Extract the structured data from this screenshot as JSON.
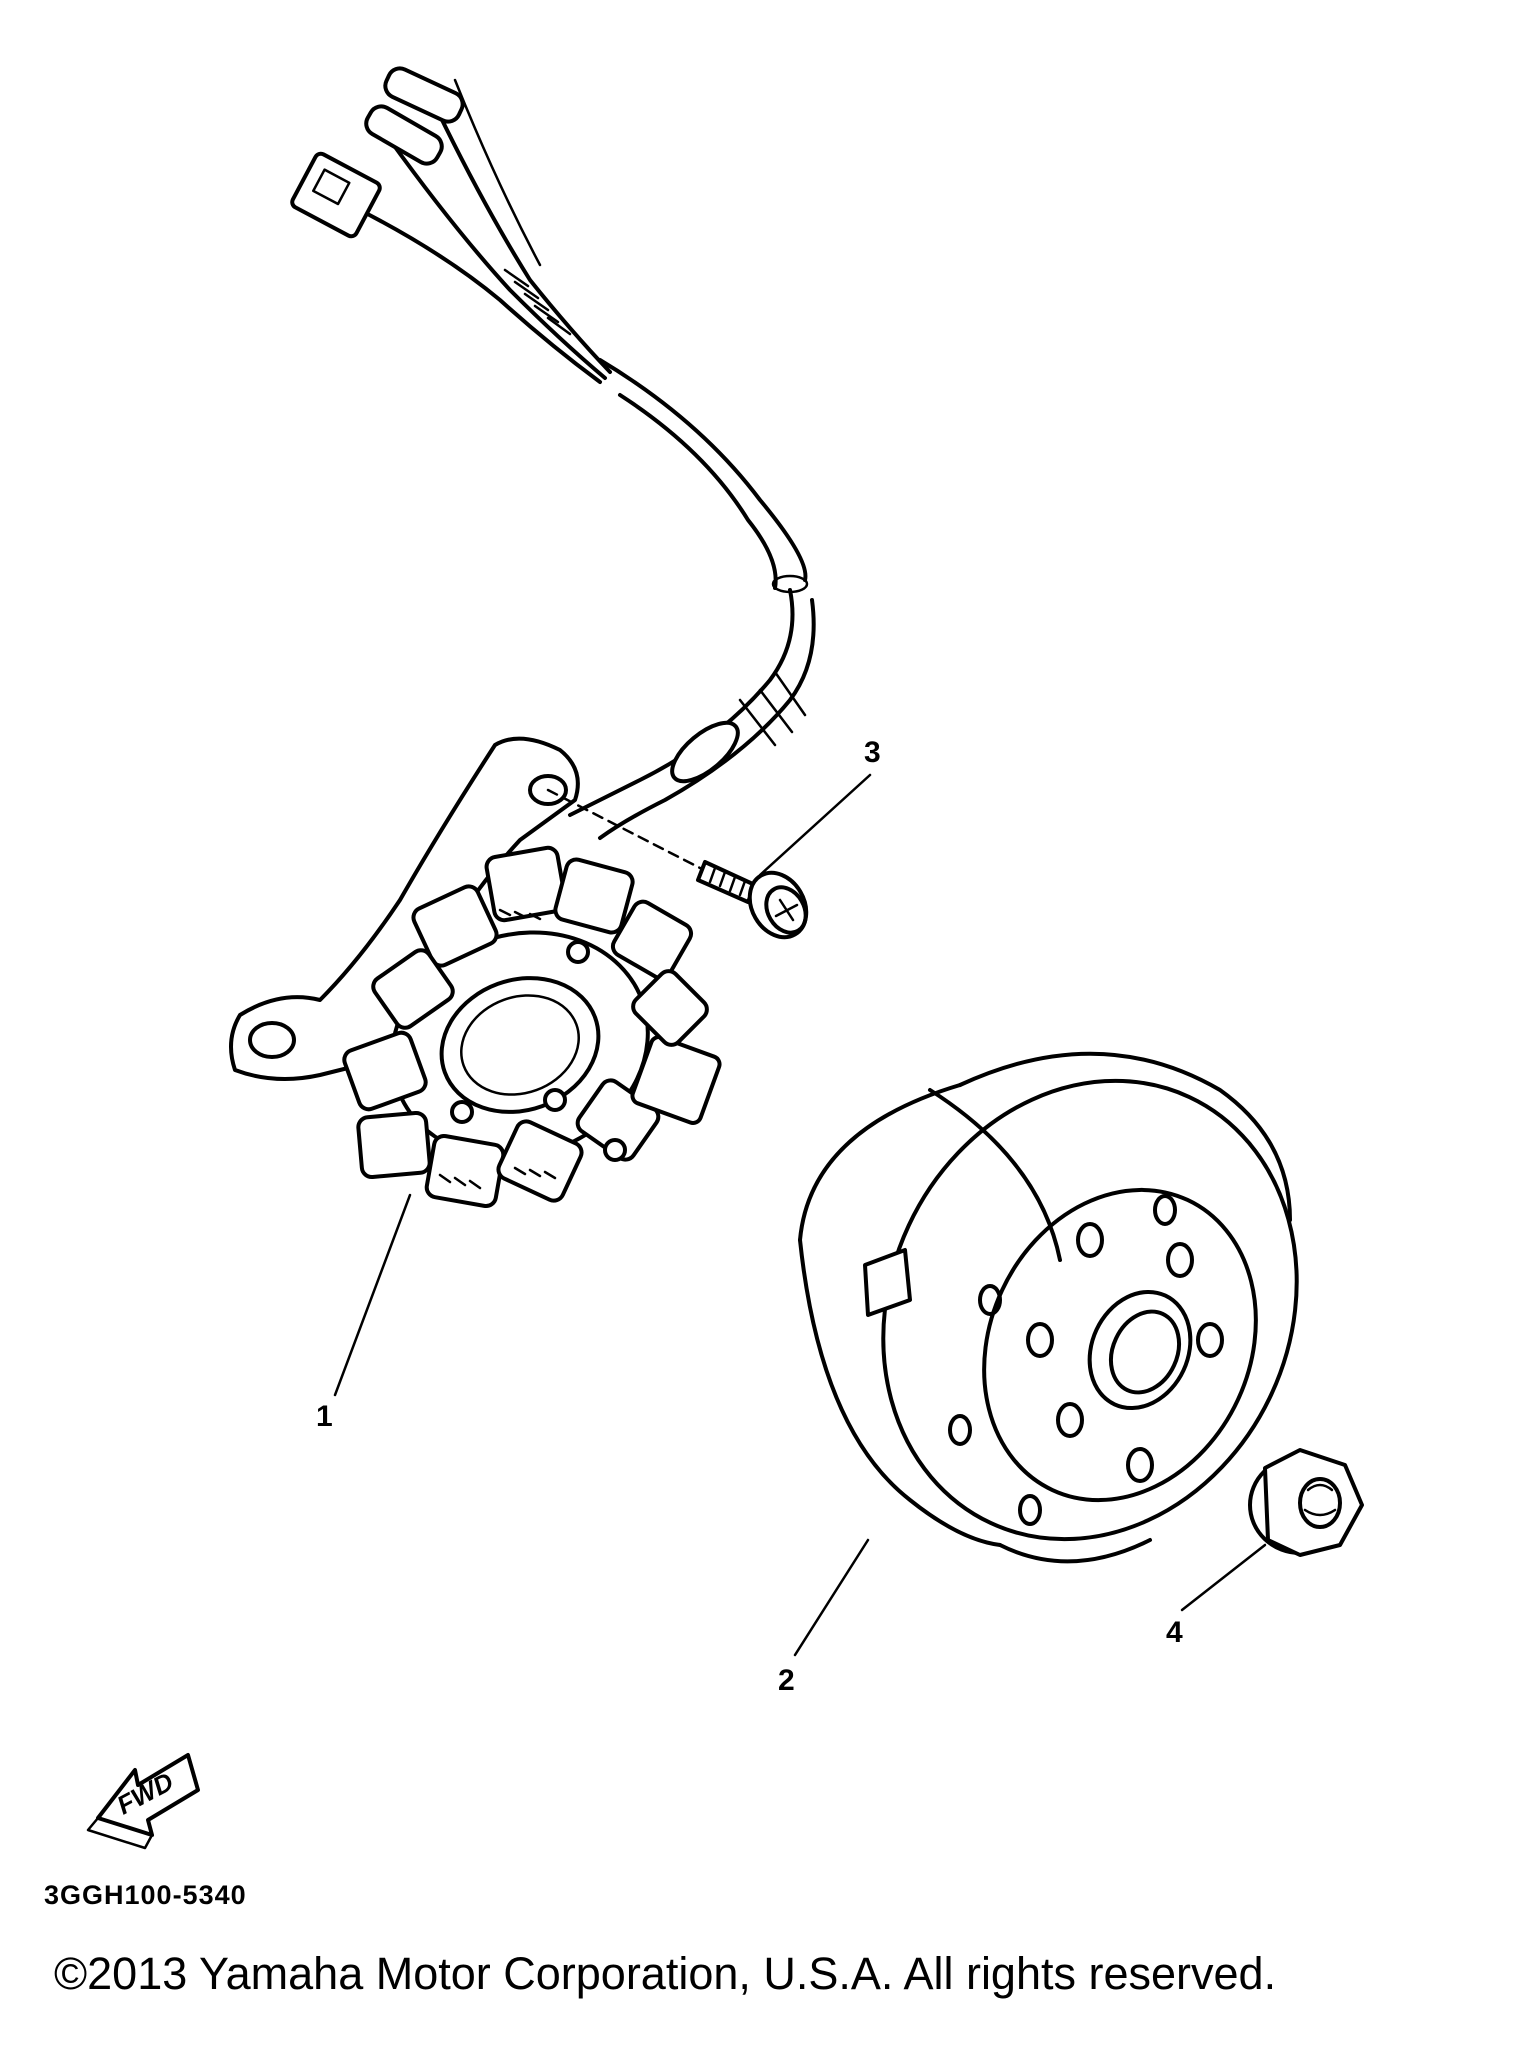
{
  "callouts": [
    "1",
    "2",
    "3",
    "4"
  ],
  "fwd_label": "FWD",
  "drawing_code": "3GGH100-5340",
  "copyright": "©2013 Yamaha Motor Corporation, U.S.A. All rights reserved."
}
